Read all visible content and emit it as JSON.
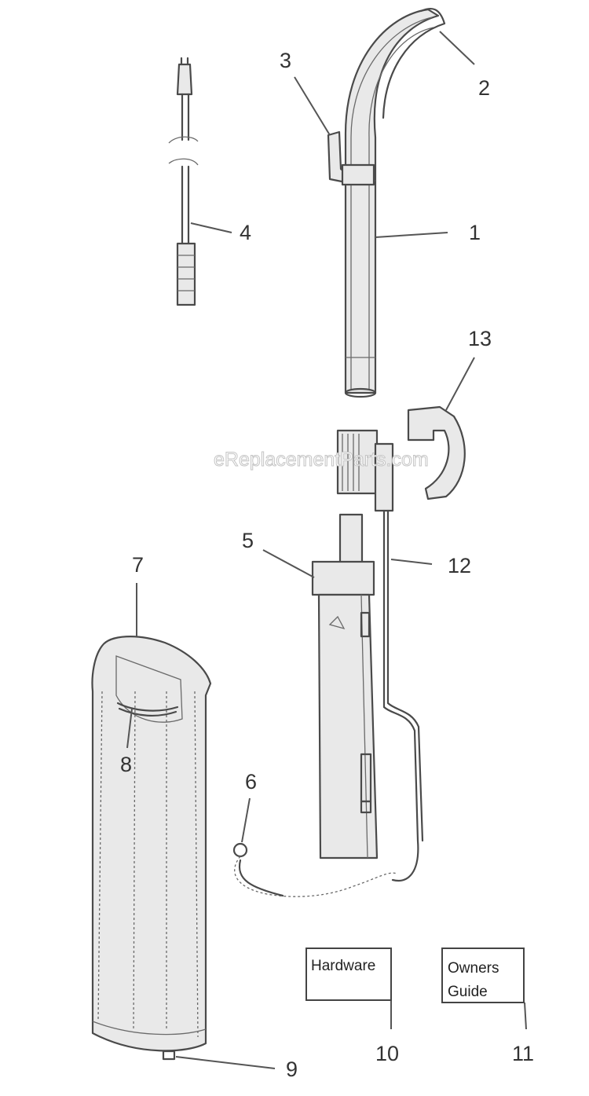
{
  "watermark": "eReplacementParts.com",
  "callouts": {
    "c1": "1",
    "c2": "2",
    "c3": "3",
    "c4": "4",
    "c5": "5",
    "c6": "6",
    "c7": "7",
    "c8": "8",
    "c9": "9",
    "c10": "10",
    "c11": "11",
    "c12": "12",
    "c13": "13"
  },
  "boxes": {
    "hardware": "Hardware",
    "owners_line1": "Owners",
    "owners_line2": "Guide"
  }
}
